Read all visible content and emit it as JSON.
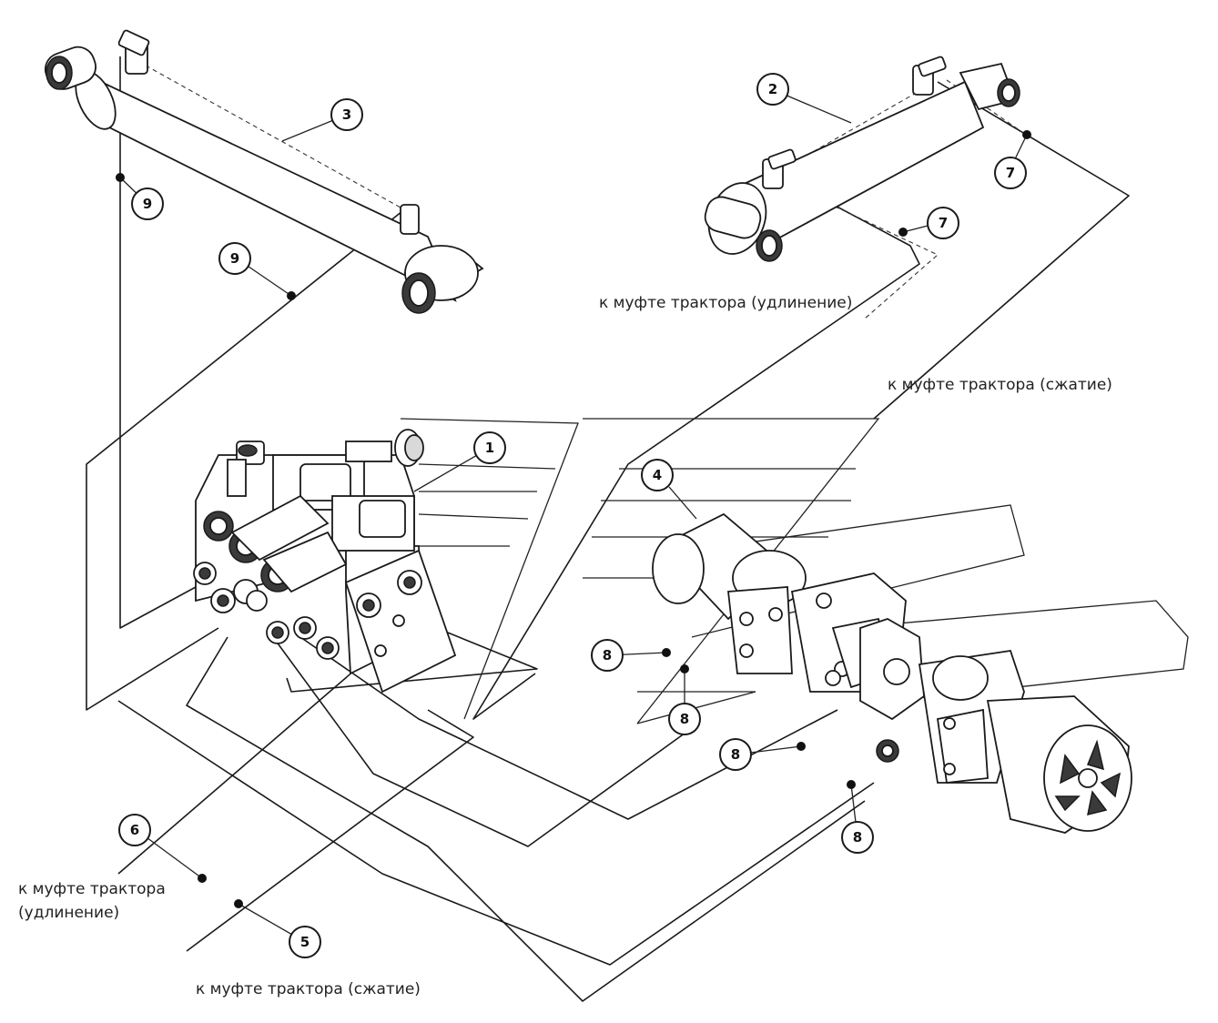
{
  "labels": {
    "top_extend": "к муфте трактора (удлинение)",
    "top_retract": "к муфте трактора (сжатие)",
    "left_extend_line1": "к муфте трактора",
    "left_extend_line2": "(удлинение)",
    "bottom_retract": "к муфте трактора (сжатие)"
  },
  "callouts": {
    "c1": "1",
    "c2": "2",
    "c3": "3",
    "c4": "4",
    "c5": "5",
    "c6": "6",
    "c7a": "7",
    "c7b": "7",
    "c8a": "8",
    "c8b": "8",
    "c8c": "8",
    "c8d": "8",
    "c9a": "9",
    "c9b": "9"
  }
}
